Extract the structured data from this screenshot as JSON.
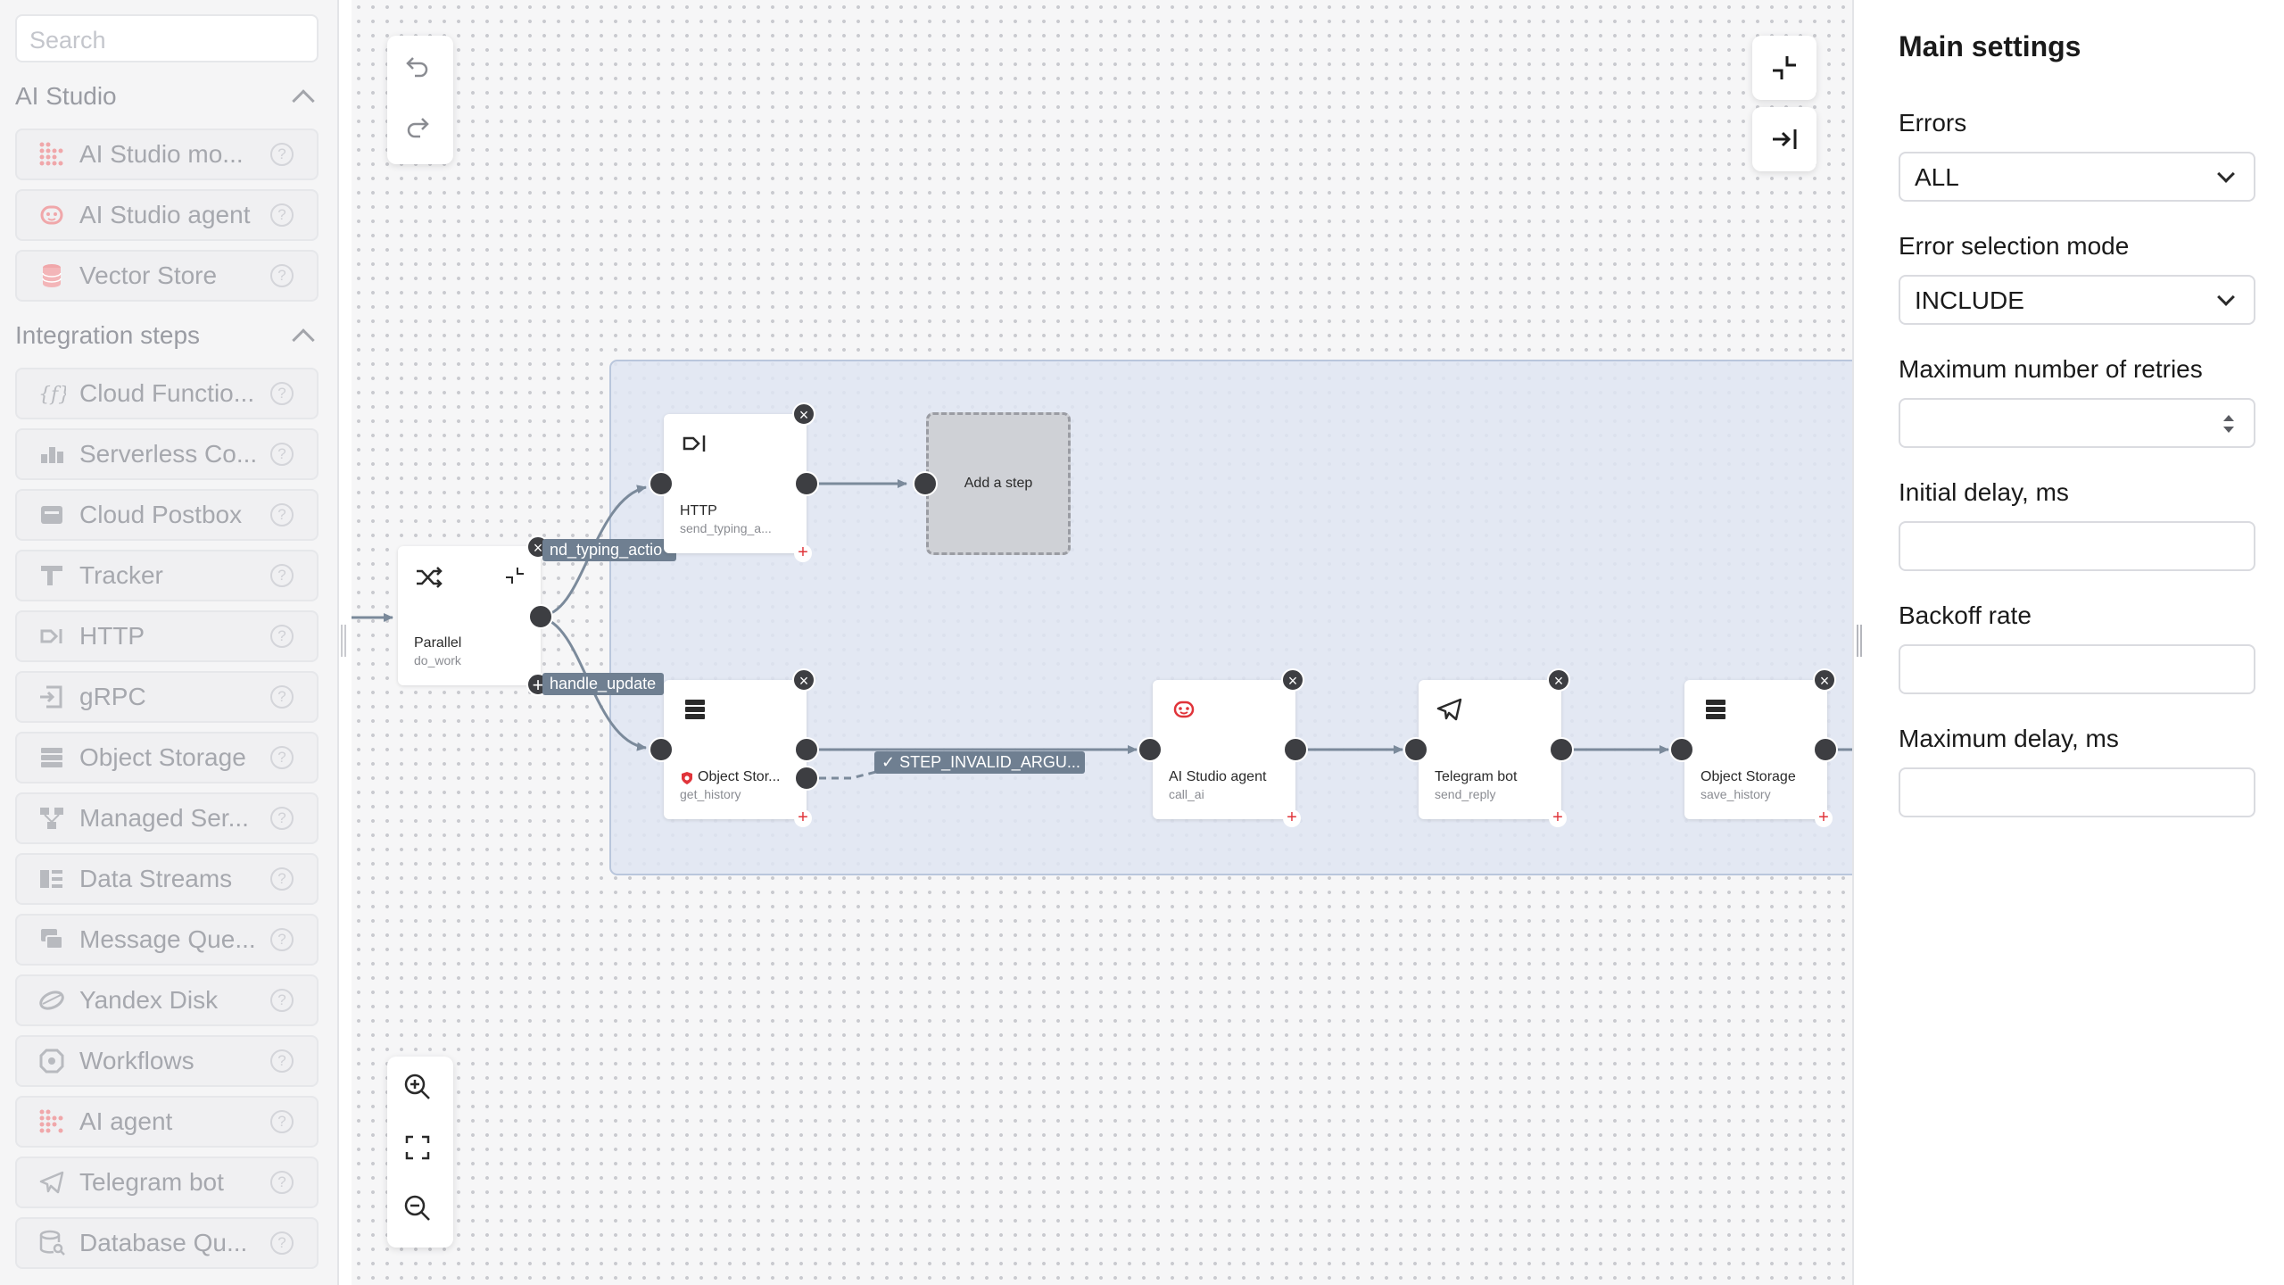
{
  "sidebar": {
    "search_placeholder": "Search",
    "sections": [
      {
        "title": "AI Studio",
        "items": [
          {
            "label": "AI Studio mo...",
            "icon": "ai-studio-model-icon"
          },
          {
            "label": "AI Studio agent",
            "icon": "ai-agent-face-icon"
          },
          {
            "label": "Vector Store",
            "icon": "database-icon"
          }
        ]
      },
      {
        "title": "Integration steps",
        "items": [
          {
            "label": "Cloud Functio...",
            "icon": "function-icon"
          },
          {
            "label": "Serverless Co...",
            "icon": "containers-icon"
          },
          {
            "label": "Cloud Postbox",
            "icon": "postbox-icon"
          },
          {
            "label": "Tracker",
            "icon": "tracker-icon"
          },
          {
            "label": "HTTP",
            "icon": "http-icon"
          },
          {
            "label": "gRPC",
            "icon": "grpc-icon"
          },
          {
            "label": "Object Storage",
            "icon": "object-storage-icon"
          },
          {
            "label": "Managed Ser...",
            "icon": "managed-service-icon"
          },
          {
            "label": "Data Streams",
            "icon": "data-streams-icon"
          },
          {
            "label": "Message Que...",
            "icon": "message-queue-icon"
          },
          {
            "label": "Yandex Disk",
            "icon": "disk-icon"
          },
          {
            "label": "Workflows",
            "icon": "workflows-icon"
          },
          {
            "label": "AI agent",
            "icon": "ai-agent-icon"
          },
          {
            "label": "Telegram bot",
            "icon": "telegram-icon"
          },
          {
            "label": "Database Qu...",
            "icon": "database-query-icon"
          }
        ]
      }
    ],
    "help_glyph": "?"
  },
  "canvas": {
    "nodes": {
      "parallel": {
        "title": "Parallel",
        "subtitle": "do_work"
      },
      "http": {
        "title": "HTTP",
        "subtitle": "send_typing_a..."
      },
      "add_step": {
        "label": "Add a step"
      },
      "obj_get": {
        "title": "Object Stor...",
        "subtitle": "get_history"
      },
      "ai_agent": {
        "title": "AI Studio agent",
        "subtitle": "call_ai"
      },
      "telegram": {
        "title": "Telegram bot",
        "subtitle": "send_reply"
      },
      "obj_save": {
        "title": "Object Storage",
        "subtitle": "save_history"
      }
    },
    "edge_labels": {
      "branch1": "nd_typing_actio",
      "branch2": "handle_update",
      "catch": "STEP_INVALID_ARGU..."
    },
    "colors": {
      "edge": "#7b8a9b",
      "group_fill": "#dfe5f2",
      "accent_red": "#e0343a"
    }
  },
  "settings": {
    "title": "Main settings",
    "fields": {
      "errors": {
        "label": "Errors",
        "value": "ALL"
      },
      "mode": {
        "label": "Error selection mode",
        "value": "INCLUDE"
      },
      "retries": {
        "label": "Maximum number of retries",
        "value": ""
      },
      "initial_delay": {
        "label": "Initial delay, ms",
        "value": ""
      },
      "backoff": {
        "label": "Backoff rate",
        "value": ""
      },
      "max_delay": {
        "label": "Maximum delay, ms",
        "value": ""
      }
    }
  }
}
